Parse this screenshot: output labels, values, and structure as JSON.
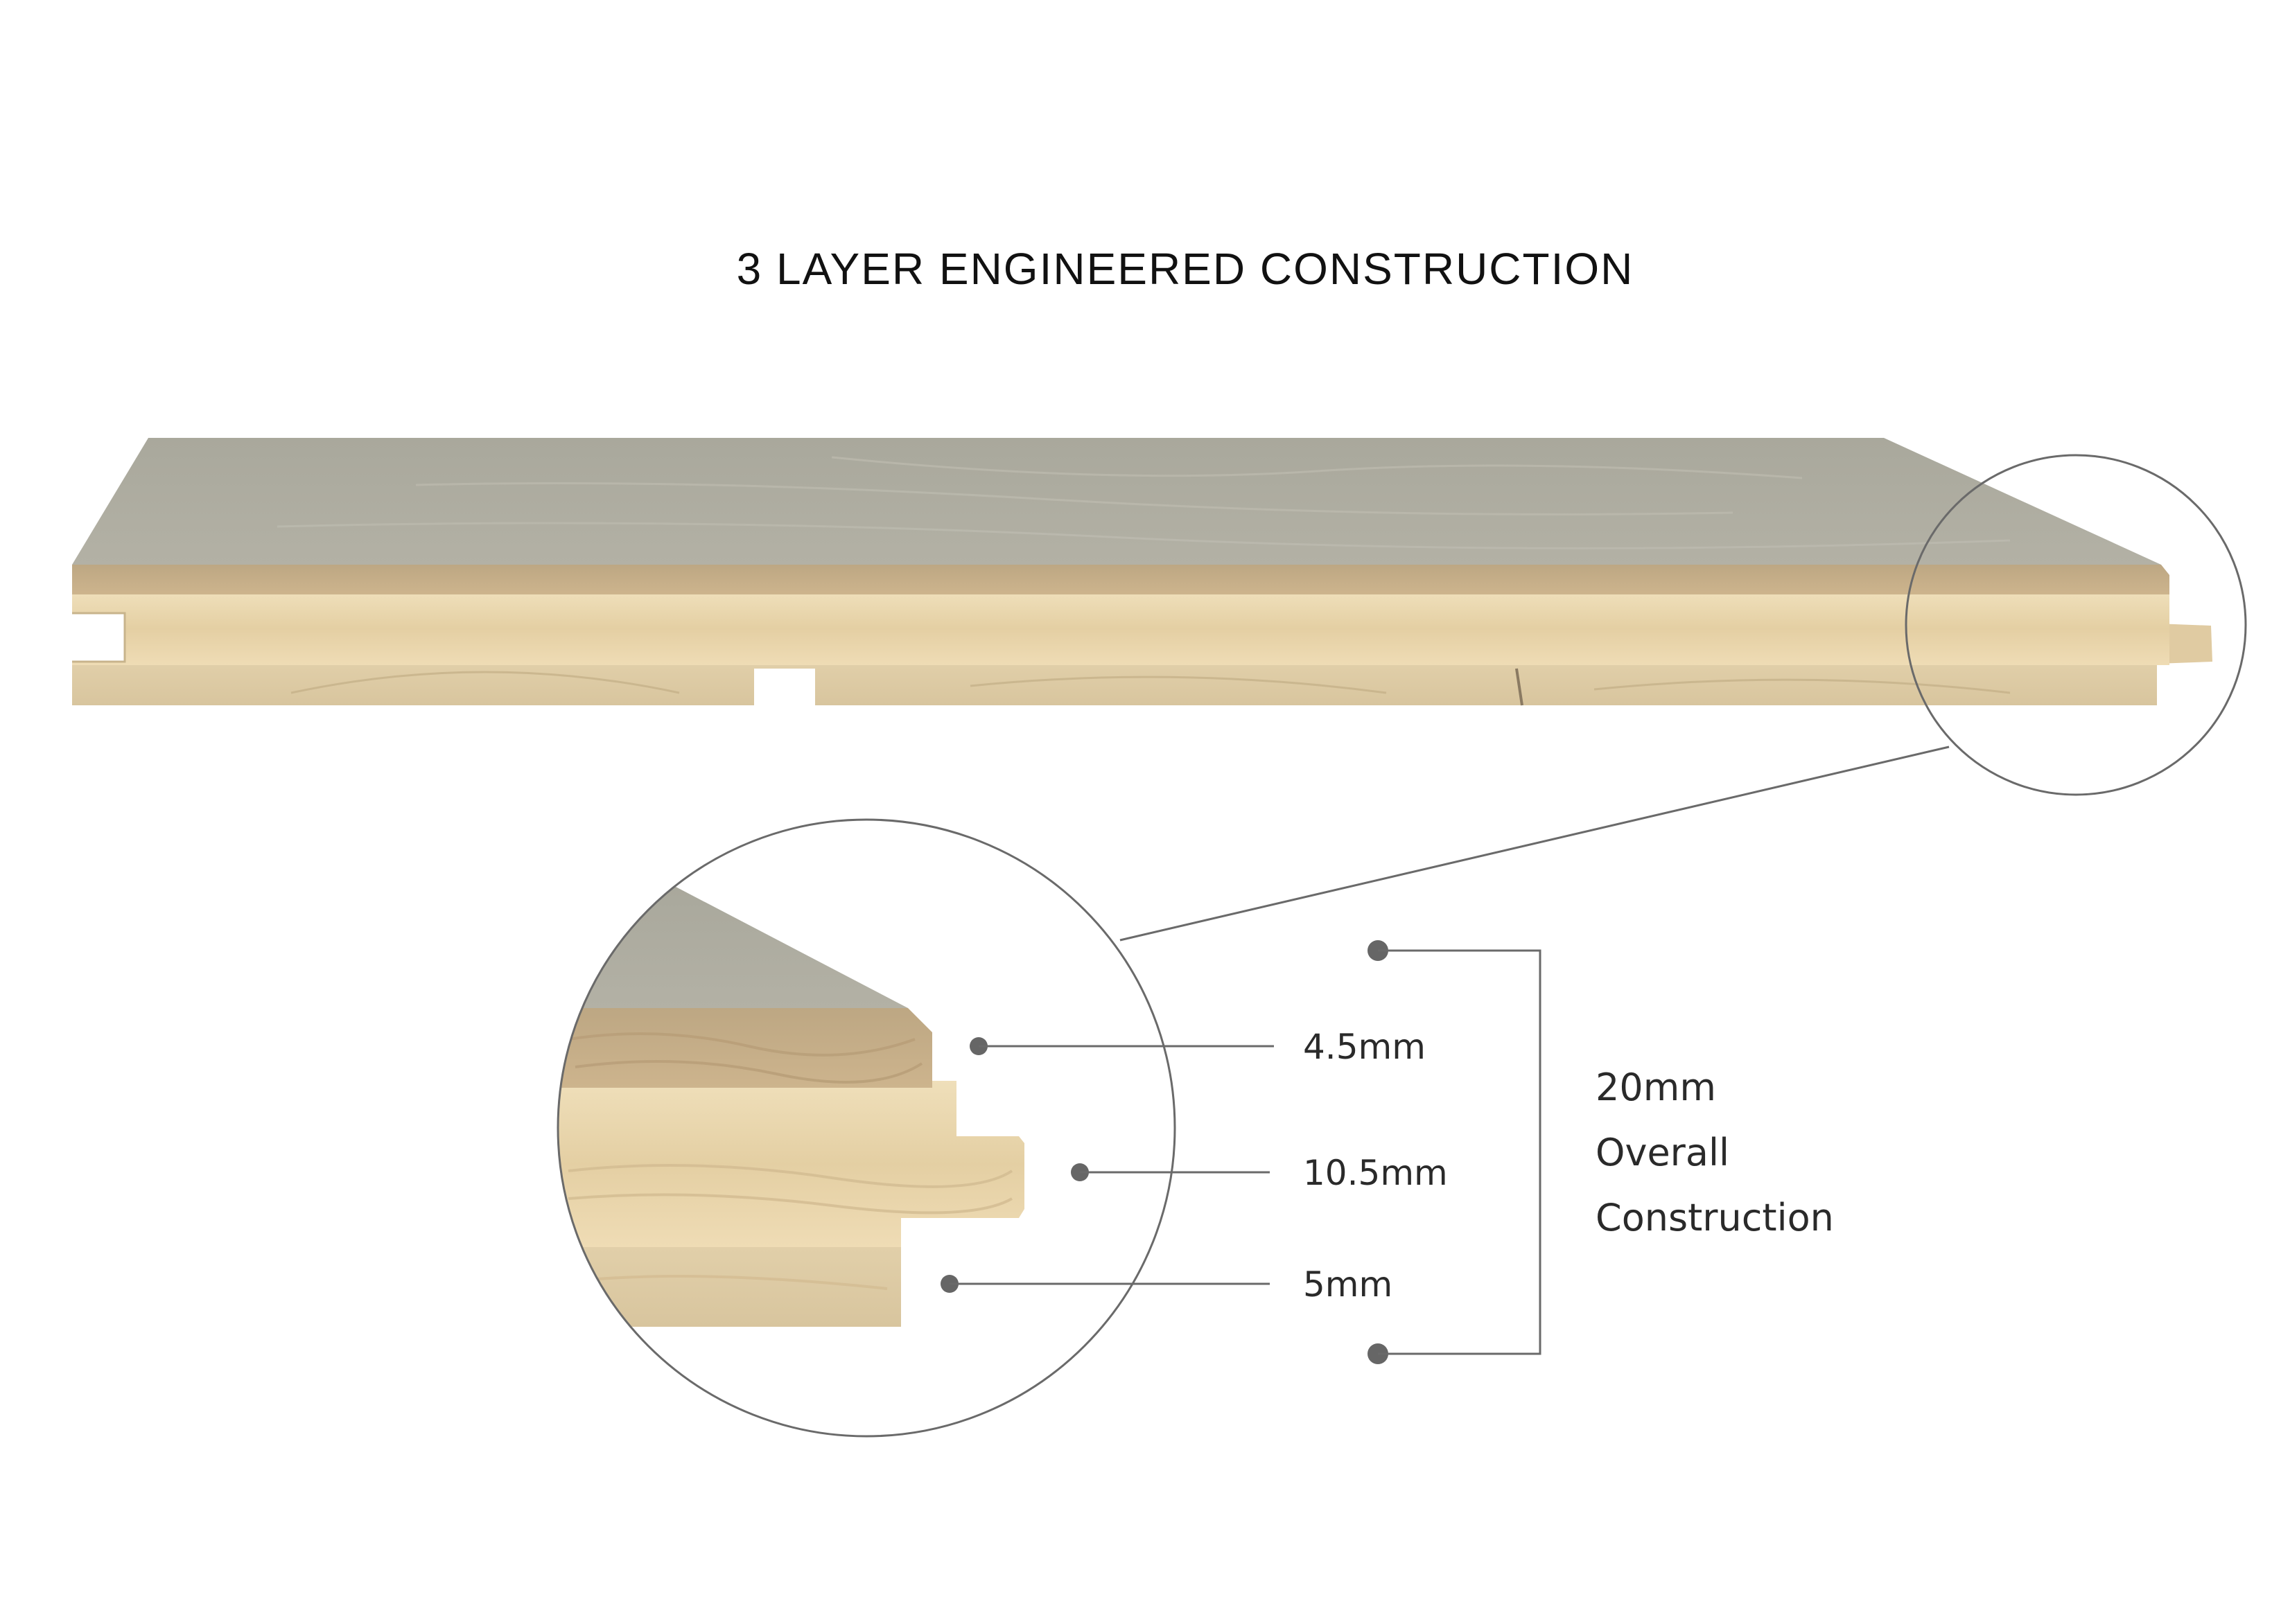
{
  "title": "3 LAYER ENGINEERED CONSTRUCTION",
  "layers": [
    {
      "thickness": "4.5mm"
    },
    {
      "thickness": "10.5mm"
    },
    {
      "thickness": "5mm"
    }
  ],
  "overall": {
    "value": "20mm",
    "line1": "Overall",
    "line2": "Construction"
  },
  "colors": {
    "surface": "#a9a79b",
    "wear_layer_edge": "#c8b08a",
    "core_layer": "#e7d4ac",
    "base_layer": "#dccaa4",
    "callout_line": "#6a6a6a",
    "dot": "#666666"
  }
}
